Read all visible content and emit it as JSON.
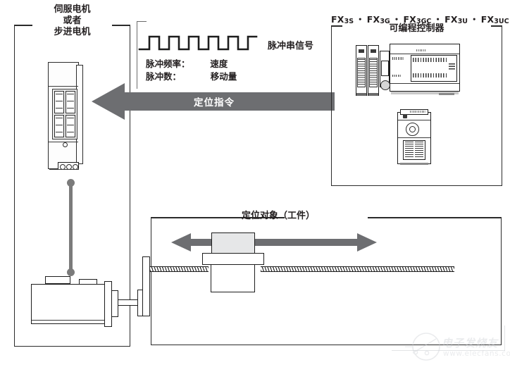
{
  "diagram": {
    "title_semantics": "FX series PLC positioning control overview",
    "servo_group": {
      "caption_lines": [
        "伺服电机",
        "或者",
        "步进电机"
      ]
    },
    "plc_group": {
      "model_prefix": "FX",
      "models": [
        {
          "prefix": "FX",
          "suffix": "3S"
        },
        {
          "prefix": "FX",
          "suffix": "3G"
        },
        {
          "prefix": "FX",
          "suffix": "3GC"
        },
        {
          "prefix": "FX",
          "suffix": "3U"
        },
        {
          "prefix": "FX",
          "suffix": "3UC"
        }
      ],
      "model_line_plain": "FX3S・FX3G・FX3GC・FX3U・FX3UC",
      "caption": "可编程控制器",
      "separator": "・"
    },
    "workpiece_group": {
      "caption": "定位对象（工件）"
    },
    "pulse_signal": {
      "label": "脉冲串信号",
      "pulse_count": 6,
      "legend": [
        {
          "term": "脉冲频率：",
          "value": "速度"
        },
        {
          "term": "脉冲数：",
          "value": "移动量"
        }
      ]
    },
    "command_arrow": {
      "label": "定位指令",
      "direction": "left",
      "color": "#6d6e71"
    },
    "travel_arrow": {
      "direction": "bidirectional",
      "color": "#6d6e71"
    },
    "colors": {
      "line": "#231f20",
      "arrow_gray": "#6d6e71",
      "panel_gray": "#e6e7e8",
      "cable_gray": "#7b7b7b",
      "background": "#ffffff"
    },
    "watermark": {
      "brand": "电子发烧友",
      "url": "www.elecfans.com"
    }
  }
}
